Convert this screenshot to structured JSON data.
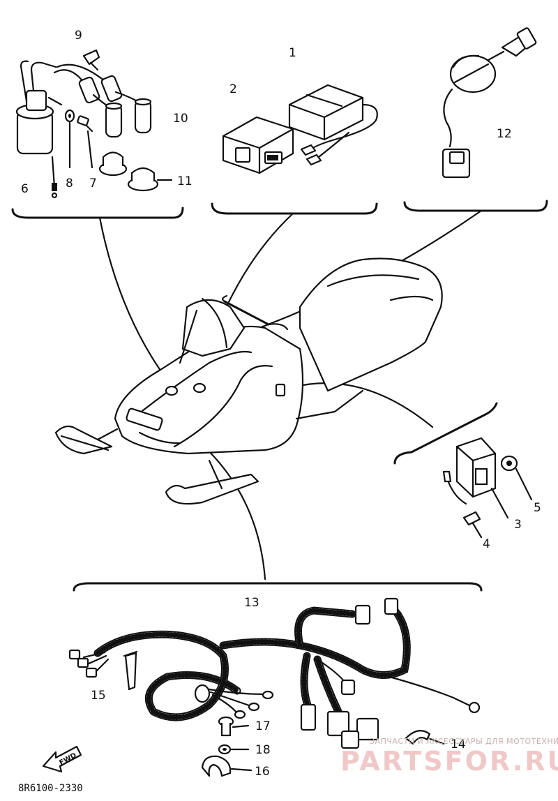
{
  "callouts": {
    "p1": "1",
    "p2": "2",
    "p3": "3",
    "p4": "4",
    "p5": "5",
    "p6": "6",
    "p7": "7",
    "p8": "8",
    "p9": "9",
    "p10": "10",
    "p11": "11",
    "p12": "12",
    "p13": "13",
    "p14": "14",
    "p15": "15",
    "p16": "16",
    "p17": "17",
    "p18": "18"
  },
  "diagram_code": "8R6100-2330",
  "forward_label": "FWD",
  "watermark": {
    "line1": "ЗАПЧАСТИ И АКСЕССУАРЫ ДЛЯ МОТОТЕХНИКИ",
    "line2": "PARTSFOR.RU"
  }
}
